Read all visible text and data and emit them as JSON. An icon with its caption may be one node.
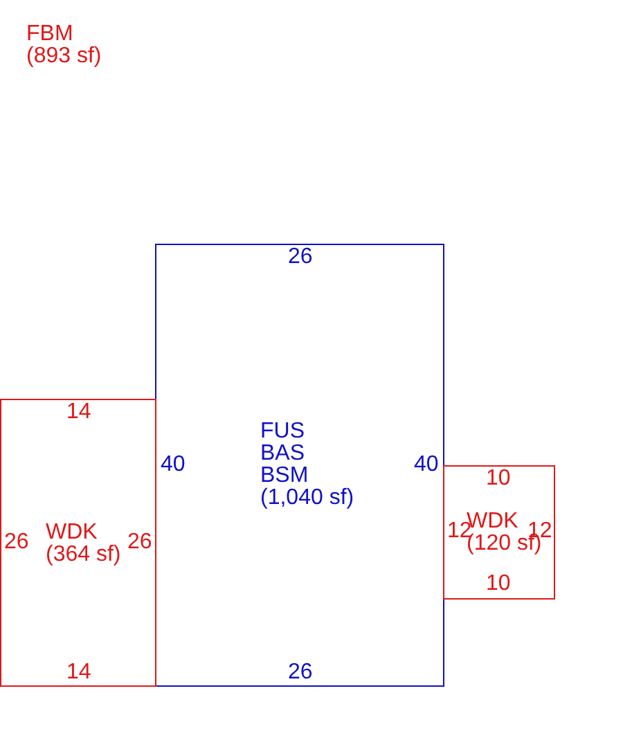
{
  "diagram": {
    "nodes": [
      {
        "text": [
          "FUS",
          "BAS",
          "BSM",
          "(1,040 sf)"
        ]
      },
      {
        "text": [
          "WDK",
          "(364 sf)"
        ]
      },
      {
        "text": [
          "WDK",
          "(120 sf)"
        ]
      }
    ],
    "labels": [
      "FBM (893 sf)",
      "26",
      "14",
      "40",
      "40",
      "10",
      "26",
      "26",
      "12",
      "12",
      "10",
      "14",
      "26"
    ]
  }
}
